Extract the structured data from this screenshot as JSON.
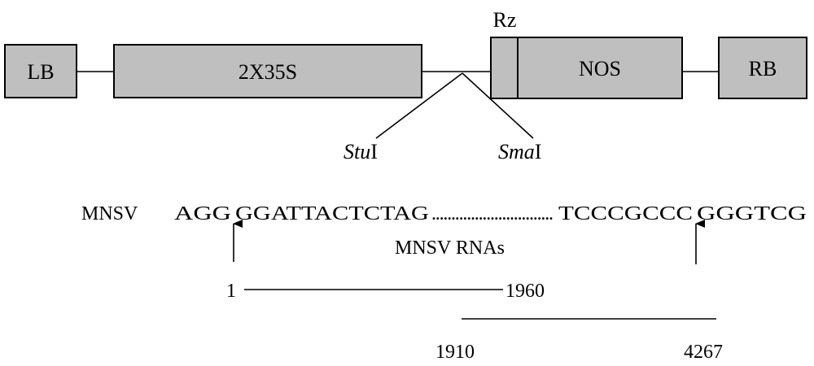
{
  "construct": {
    "lb": "LB",
    "promoter": "2X35S",
    "rz": "Rz",
    "terminator": "NOS",
    "rb": "RB"
  },
  "sites": {
    "stu_italic": "Stu",
    "stu_roman": "I",
    "sma_italic": "Sma",
    "sma_roman": "I"
  },
  "sequence": {
    "virus": "MNSV",
    "seq_left_a": "AGG",
    "seq_left_b": "GGATTACTCTAG",
    "dots": "...............................",
    "seq_right_a": "TCCCGCCC",
    "seq_right_b": "GGGTCG",
    "rna_label": "MNSV RNAs"
  },
  "fragments": [
    {
      "start": "1",
      "end": "1960"
    },
    {
      "start": "1910",
      "end": "4267"
    }
  ]
}
